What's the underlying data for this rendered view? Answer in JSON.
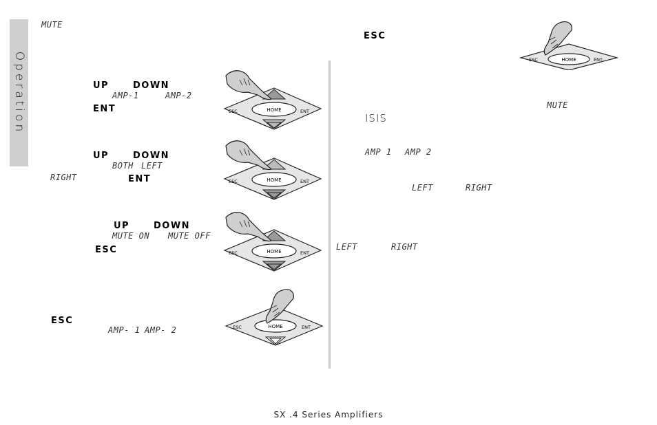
{
  "side_tab": {
    "label": "Operation"
  },
  "left": {
    "mute_heading": "MUTE",
    "step1": {
      "btn_up": "UP",
      "btn_down": "DOWN",
      "opt1": "AMP-1",
      "opt2": "AMP-2",
      "btn_ent": "ENT"
    },
    "step2": {
      "btn_up": "UP",
      "btn_down": "DOWN",
      "opt_both": "BOTH",
      "opt_left": "LEFT",
      "opt_right": "RIGHT",
      "btn_ent": "ENT"
    },
    "step3": {
      "btn_up": "UP",
      "btn_down": "DOWN",
      "opt_on": "MUTE ON",
      "opt_off": "MUTE OFF",
      "btn_esc": "ESC"
    },
    "step4": {
      "btn_esc": "ESC",
      "opt1": "AMP- 1",
      "opt2": "AMP- 2"
    }
  },
  "right": {
    "btn_esc": "ESC",
    "mute_word": "MUTE",
    "brand": "ISIS",
    "amp1": "AMP 1",
    "amp2": "AMP 2",
    "left1": "LEFT",
    "right1": "RIGHT",
    "left2": "LEFT",
    "right2": "RIGHT"
  },
  "keypad": {
    "esc": "ESC",
    "home": "HOME",
    "ent": "ENT"
  },
  "footer": {
    "title": "SX .4 Series Amplifiers"
  }
}
